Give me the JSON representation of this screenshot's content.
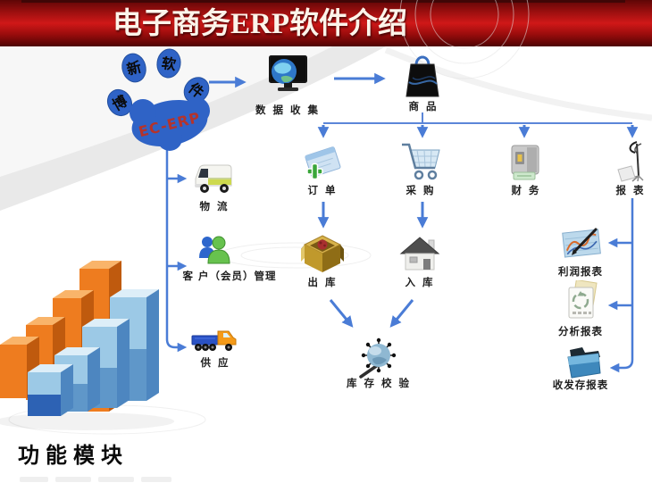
{
  "banner": {
    "title": "电子商务ERP软件介绍"
  },
  "logo": {
    "toe_chars": [
      "博",
      "新",
      "软",
      "件"
    ],
    "pad_label": "EC-ERP"
  },
  "nodes": {
    "data_collection": "数 据 收 集",
    "product": "商  品",
    "order": "订  单",
    "purchase": "采  购",
    "finance": "财  务",
    "report": "报  表",
    "logistics": "物  流",
    "customer_mgmt": "客 户（会员）管理",
    "supply": "供  应",
    "outbound": "出  库",
    "inbound": "入  库",
    "inventory_check": "库 存 校 验",
    "profit_report": "利润报表",
    "analysis_report": "分析报表",
    "inout_report": "收发存报表"
  },
  "footer": {
    "heading": "功能模块"
  },
  "colors": {
    "banner_red": "#b01010",
    "arrow_blue": "#4a7cd6",
    "paw_blue": "#2f63c6",
    "logo_text_red": "#b5332a",
    "bar_orange": "#ee7c1f",
    "bar_blue": "#9cc9e6"
  }
}
